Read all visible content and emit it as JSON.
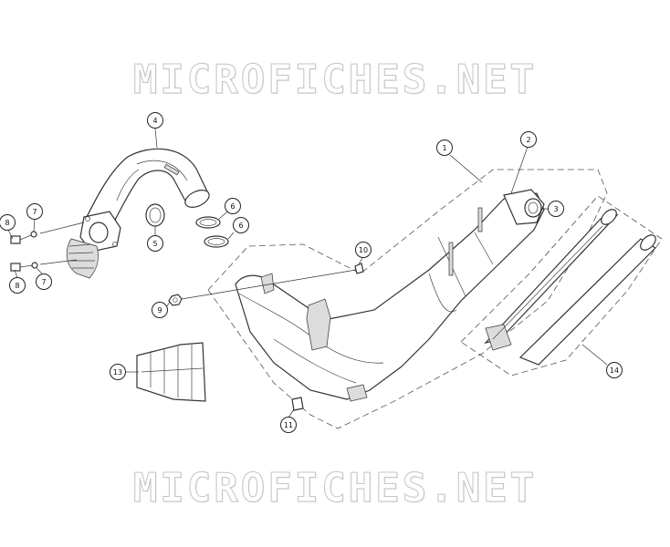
{
  "watermark": {
    "top": "MICROFICHES.NET",
    "bottom": "MICROFICHES.NET"
  },
  "callouts": [
    {
      "id": "c1",
      "label": "1"
    },
    {
      "id": "c2",
      "label": "2"
    },
    {
      "id": "c3",
      "label": "3"
    },
    {
      "id": "c4",
      "label": "4"
    },
    {
      "id": "c5",
      "label": "5"
    },
    {
      "id": "c6a",
      "label": "6"
    },
    {
      "id": "c6b",
      "label": "6"
    },
    {
      "id": "c7a",
      "label": "7"
    },
    {
      "id": "c7b",
      "label": "7"
    },
    {
      "id": "c8a",
      "label": "8"
    },
    {
      "id": "c8b",
      "label": "8"
    },
    {
      "id": "c9",
      "label": "9"
    },
    {
      "id": "c10",
      "label": "10"
    },
    {
      "id": "c11",
      "label": "11"
    },
    {
      "id": "c13",
      "label": "13"
    },
    {
      "id": "c14",
      "label": "14"
    }
  ]
}
